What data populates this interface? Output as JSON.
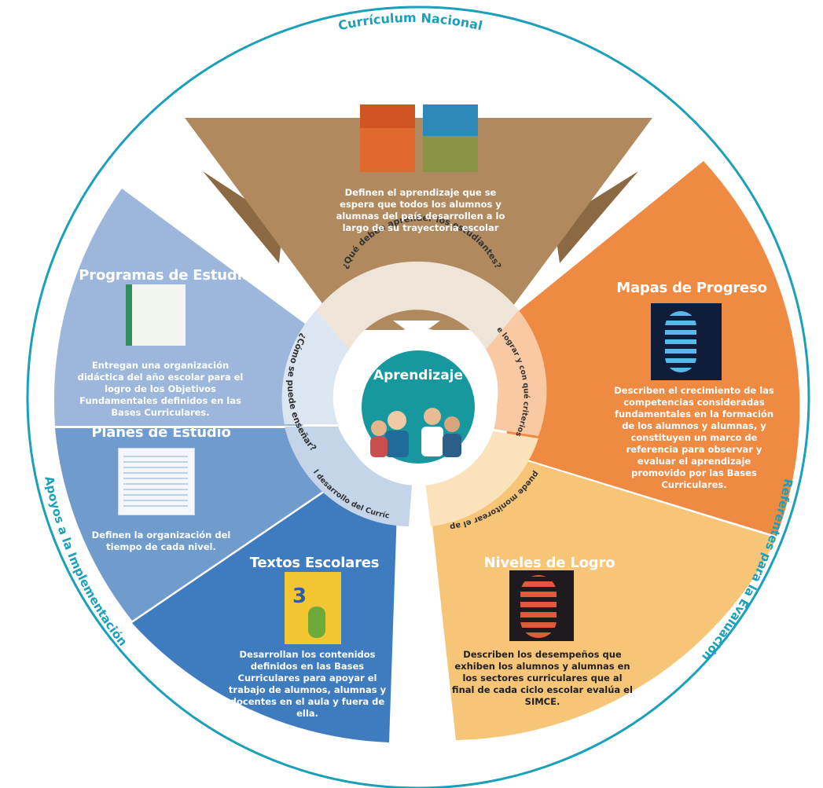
{
  "outer_ring": {
    "top": "Currículum Nacional",
    "left": "Apoyos a la Implementación",
    "right": "Referentes para la Evaluación"
  },
  "center": {
    "title": "Aprendizaje"
  },
  "questions": {
    "top": "¿Qué deben aprender los estudiantes?",
    "right_upper": "¿Qué se debe lograr y con qué criterios observarlo?",
    "right_lower": "¿Cómo se puede monitorear el aprendizaje?",
    "left_upper": "¿Cómo se puede enseñar?",
    "left_lower": "¿Cómo apoyar el desarrollo del Currículum en el aula?"
  },
  "segments": {
    "bases": {
      "title": "Bases Curriculares",
      "description": "Definen el aprendizaje que se espera que todos los alumnos y alumnas del país desarrollen a lo largo de su trayectoria escolar"
    },
    "programas": {
      "title": "Programas de Estudio",
      "description": "Entregan una organización didáctica del año escolar para el logro de los Objetivos Fundamentales definidos en las Bases Curriculares."
    },
    "planes": {
      "title": "Planes de Estudio",
      "description": "Definen la organización del tiempo de cada nivel."
    },
    "textos": {
      "title": "Textos Escolares",
      "book_number": "3",
      "description": "Desarrollan los contenidos definidos en las Bases Curriculares para apoyar el trabajo de alumnos, alumnas y docentes en el aula y fuera de ella."
    },
    "mapas": {
      "title": "Mapas de Progreso",
      "description": "Describen el crecimiento de las competencias consideradas fundamentales en la formación de los alumnos y alumnas, y constituyen un marco de referencia para observar y evaluar el aprendizaje promovido por las Bases Curriculares."
    },
    "niveles": {
      "title": "Niveles de Logro",
      "description": "Describen los desempeños que exhiben los alumnos y alumnas en los sectores curriculares que al final de cada ciclo escolar evalúa el SIMCE."
    }
  },
  "colors": {
    "ring": "#1aa0b8",
    "bases": "#b08a5e",
    "programas": "#9db7dc",
    "planes": "#6f9ccd",
    "textos": "#3f7cbf",
    "mapas": "#ef8a43",
    "niveles": "#f7c577",
    "center": "#17989f"
  }
}
